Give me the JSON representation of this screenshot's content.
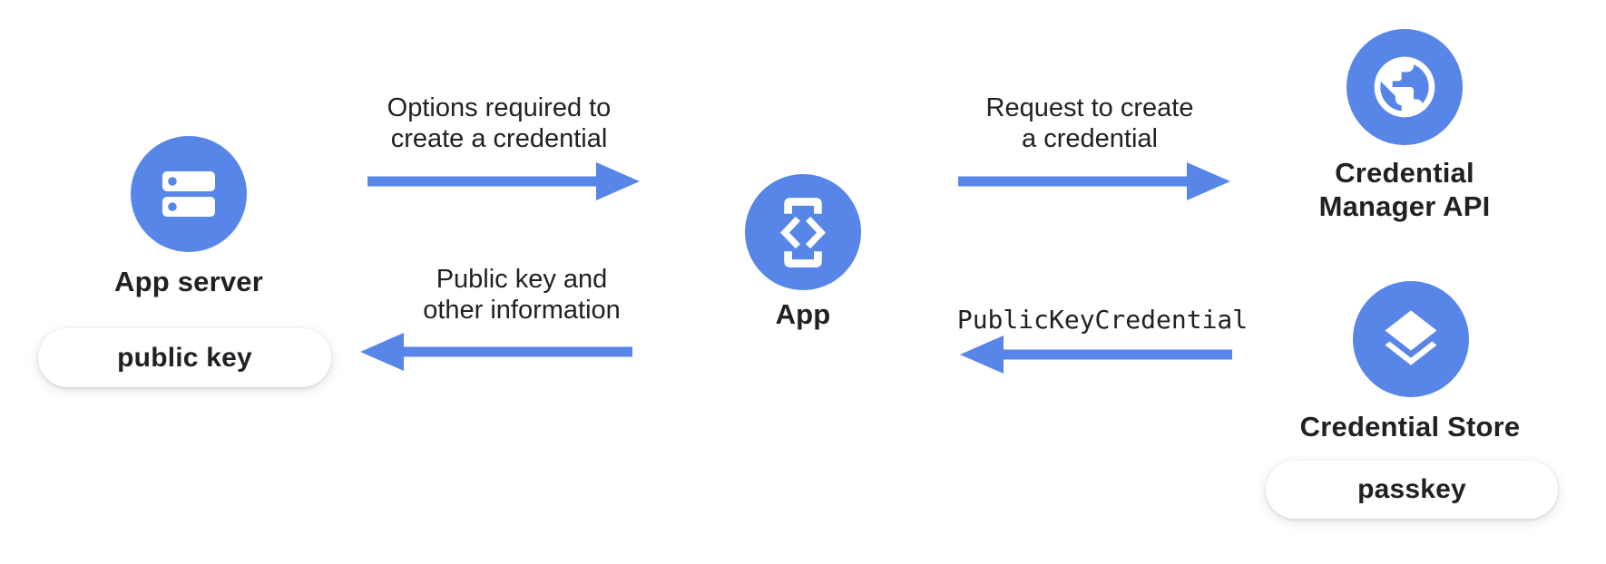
{
  "palette": {
    "node_blue": "#5885E8",
    "arrow_blue": "#5885E8",
    "label_text": "#202124",
    "badge_bg": "#FFFFFF",
    "background": "#FFFFFF"
  },
  "nodes": {
    "app_server": {
      "label": "App server",
      "badge": "public key",
      "icon": "server-icon"
    },
    "app": {
      "label": "App",
      "icon": "code-phone-icon"
    },
    "credential_manager_api": {
      "label_line1": "Credential",
      "label_line2": "Manager API",
      "icon": "globe-icon"
    },
    "credential_store": {
      "label": "Credential Store",
      "badge": "passkey",
      "icon": "layers-icon"
    }
  },
  "arrows": {
    "options": {
      "line1": "Options required to",
      "line2": "create a credential",
      "direction": "right",
      "from": "App server",
      "to": "App"
    },
    "request": {
      "line1": "Request to create",
      "line2": "a credential",
      "direction": "right",
      "from": "App",
      "to": "Credential Manager API"
    },
    "public_key_info": {
      "line1": "Public key and",
      "line2": "other information",
      "direction": "left",
      "from": "App",
      "to": "App server"
    },
    "public_key_credential": {
      "label": "PublicKeyCredential",
      "direction": "left",
      "from": "Credential Store",
      "to": "App"
    }
  }
}
